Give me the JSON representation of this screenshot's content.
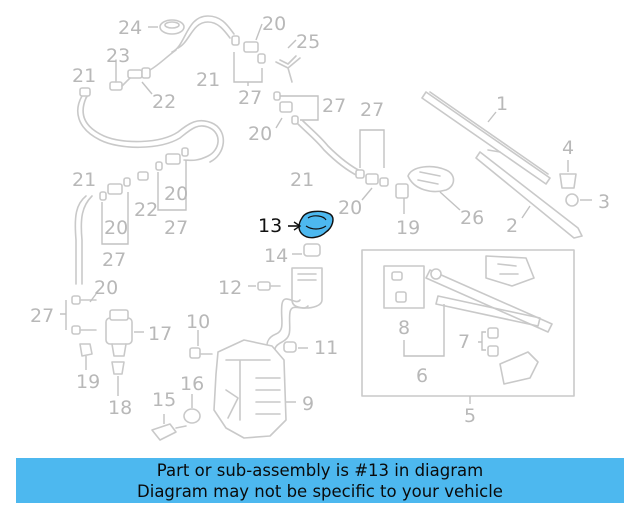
{
  "diagram": {
    "callouts": [
      {
        "id": "c24",
        "label": "24"
      },
      {
        "id": "c23",
        "label": "23"
      },
      {
        "id": "c21a",
        "label": "21"
      },
      {
        "id": "c21b",
        "label": "21"
      },
      {
        "id": "c22a",
        "label": "22"
      },
      {
        "id": "c20a",
        "label": "20"
      },
      {
        "id": "c25",
        "label": "25"
      },
      {
        "id": "c27a",
        "label": "27"
      },
      {
        "id": "c27b",
        "label": "27"
      },
      {
        "id": "c20b",
        "label": "20"
      },
      {
        "id": "c27c",
        "label": "27"
      },
      {
        "id": "c1",
        "label": "1"
      },
      {
        "id": "c4",
        "label": "4"
      },
      {
        "id": "c3",
        "label": "3"
      },
      {
        "id": "c2",
        "label": "2"
      },
      {
        "id": "c21c",
        "label": "21"
      },
      {
        "id": "c20c",
        "label": "20"
      },
      {
        "id": "c26",
        "label": "26"
      },
      {
        "id": "c19a",
        "label": "19"
      },
      {
        "id": "c21d",
        "label": "21"
      },
      {
        "id": "c20d",
        "label": "20"
      },
      {
        "id": "c22b",
        "label": "22"
      },
      {
        "id": "c20e",
        "label": "20"
      },
      {
        "id": "c27d",
        "label": "27"
      },
      {
        "id": "c27e",
        "label": "27"
      },
      {
        "id": "c13",
        "label": "13"
      },
      {
        "id": "c14",
        "label": "14"
      },
      {
        "id": "c12",
        "label": "12"
      },
      {
        "id": "c20f",
        "label": "20"
      },
      {
        "id": "c27f",
        "label": "27"
      },
      {
        "id": "c17",
        "label": "17"
      },
      {
        "id": "c19b",
        "label": "19"
      },
      {
        "id": "c18",
        "label": "18"
      },
      {
        "id": "c10",
        "label": "10"
      },
      {
        "id": "c11",
        "label": "11"
      },
      {
        "id": "c16",
        "label": "16"
      },
      {
        "id": "c15",
        "label": "15"
      },
      {
        "id": "c9",
        "label": "9"
      },
      {
        "id": "c8",
        "label": "8"
      },
      {
        "id": "c7",
        "label": "7"
      },
      {
        "id": "c6",
        "label": "6"
      },
      {
        "id": "c5",
        "label": "5"
      }
    ],
    "highlight_callout": "13",
    "highlight_color": "#4db8ef",
    "part_line_color": "#c9c9c9"
  },
  "banner": {
    "line1": "Part or sub-assembly is #13 in diagram",
    "line2": "Diagram may not be specific to your vehicle",
    "background_color": "#4db8ef"
  }
}
